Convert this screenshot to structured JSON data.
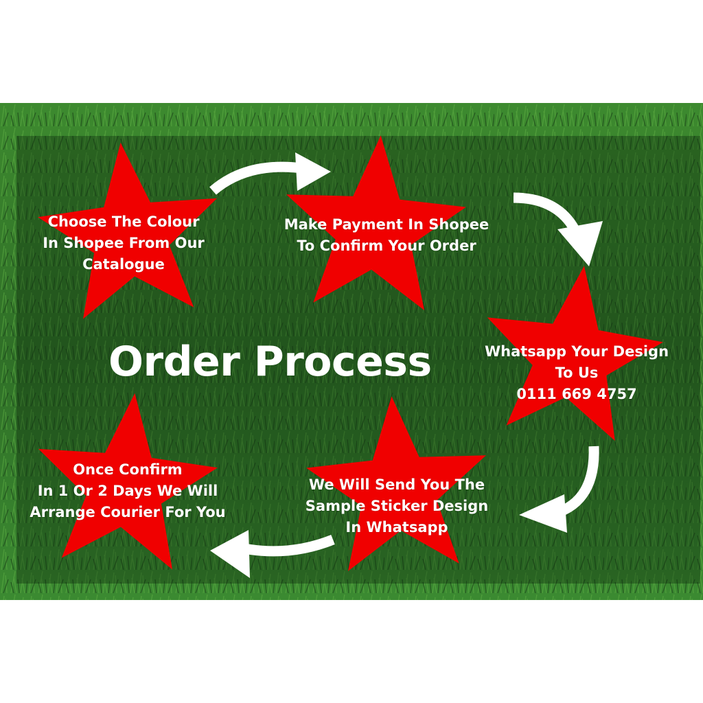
{
  "title": "Order Process",
  "steps": [
    {
      "lines": [
        "Choose The Colour",
        "In Shopee From Our",
        "Catalogue"
      ]
    },
    {
      "lines": [
        "Make Payment In Shopee",
        "To Confirm Your Order"
      ]
    },
    {
      "lines": [
        "Whatsapp Your Design",
        "To Us",
        "0111 669 4757"
      ]
    },
    {
      "lines": [
        "We Will Send You The",
        "Sample Sticker Design",
        "In Whatsapp"
      ]
    },
    {
      "lines": [
        "Once Confirm",
        "In 1 Or 2 Days We Will",
        "Arrange Courier For You"
      ]
    }
  ],
  "colors": {
    "star": "#f00000",
    "grass_dark": "#1f4a1c",
    "grass_light": "#4f9a3a",
    "arrow": "#ffffff",
    "text": "#ffffff"
  }
}
